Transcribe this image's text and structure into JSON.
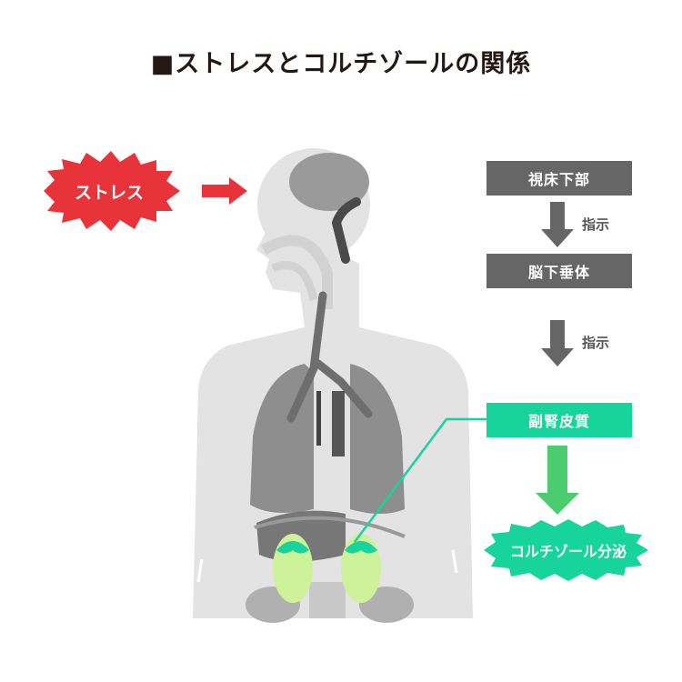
{
  "title": "■ストレスとコルチゾールの関係",
  "stress_label": "ストレス",
  "flow": {
    "step1": "視床下部",
    "instruction1": "指示",
    "step2": "脳下垂体",
    "instruction2": "指示",
    "step3": "副腎皮質",
    "result": "コルチゾール分泌"
  },
  "colors": {
    "stress": "#e8333a",
    "gray_box": "#666666",
    "green_box": "#17d39c",
    "green_arrow": "#4ccb6f",
    "kidney": "#cdf29a"
  }
}
